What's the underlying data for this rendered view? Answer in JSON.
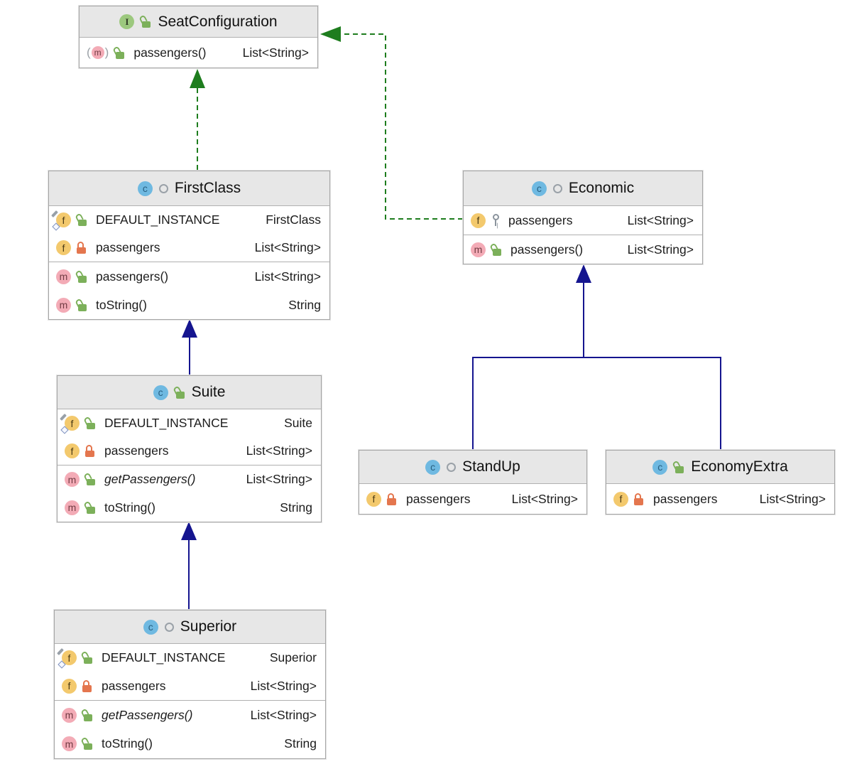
{
  "icons": {
    "class_letter": "c",
    "interface_letter": "I",
    "field_letter": "f",
    "method_letter": "m"
  },
  "colors": {
    "implements_edge": "#1e7d1e",
    "extends_edge": "#15158f",
    "header_bg": "#e7e7e7",
    "class_badge": "#6fb9e1",
    "interface_badge": "#9cc87e",
    "field_badge": "#f3c96d",
    "method_badge": "#f3abb6",
    "public_lock": "#7cb05a",
    "private_lock": "#e4764e",
    "package_key": "#8b949d"
  },
  "classes": [
    {
      "title": "SeatConfiguration",
      "kind": "interface",
      "header_icons": [
        "interface-icon",
        "lock-open-icon"
      ],
      "methods": [
        {
          "icon": "abstract-method-icon",
          "visibility": "public",
          "abstract": true,
          "name": "passengers()",
          "type": "List<String>"
        }
      ]
    },
    {
      "title": "FirstClass",
      "kind": "class",
      "header_icons": [
        "class-icon",
        "ring-icon"
      ],
      "fields": [
        {
          "icon": "static-field-icon",
          "visibility": "public",
          "static": true,
          "name": "DEFAULT_INSTANCE",
          "type": "FirstClass"
        },
        {
          "icon": "field-icon",
          "visibility": "private",
          "name": "passengers",
          "type": "List<String>"
        }
      ],
      "methods": [
        {
          "icon": "method-icon",
          "visibility": "public",
          "name": "passengers()",
          "type": "List<String>"
        },
        {
          "icon": "method-icon",
          "visibility": "public",
          "name": "toString()",
          "type": "String"
        }
      ]
    },
    {
      "title": "Economic",
      "kind": "class",
      "header_icons": [
        "class-icon",
        "ring-icon"
      ],
      "fields": [
        {
          "icon": "field-icon",
          "visibility": "package-local",
          "name": "passengers",
          "type": "List<String>"
        }
      ],
      "methods": [
        {
          "icon": "method-icon",
          "visibility": "public",
          "name": "passengers()",
          "type": "List<String>"
        }
      ]
    },
    {
      "title": "Suite",
      "kind": "class",
      "header_icons": [
        "class-icon",
        "lock-open-icon"
      ],
      "fields": [
        {
          "icon": "static-field-icon",
          "visibility": "public",
          "static": true,
          "name": "DEFAULT_INSTANCE",
          "type": "Suite"
        },
        {
          "icon": "field-icon",
          "visibility": "private",
          "name": "passengers",
          "type": "List<String>"
        }
      ],
      "methods": [
        {
          "icon": "method-icon",
          "visibility": "public",
          "italic": true,
          "name": "getPassengers()",
          "type": "List<String>"
        },
        {
          "icon": "method-icon",
          "visibility": "public",
          "name": "toString()",
          "type": "String"
        }
      ]
    },
    {
      "title": "StandUp",
      "kind": "class",
      "header_icons": [
        "class-icon",
        "ring-icon"
      ],
      "fields": [
        {
          "icon": "field-icon",
          "visibility": "private",
          "name": "passengers",
          "type": "List<String>"
        }
      ]
    },
    {
      "title": "EconomyExtra",
      "kind": "class",
      "header_icons": [
        "class-icon",
        "lock-open-icon"
      ],
      "fields": [
        {
          "icon": "field-icon",
          "visibility": "private",
          "name": "passengers",
          "type": "List<String>"
        }
      ]
    },
    {
      "title": "Superior",
      "kind": "class",
      "header_icons": [
        "class-icon",
        "ring-icon"
      ],
      "fields": [
        {
          "icon": "static-field-icon",
          "visibility": "public",
          "static": true,
          "name": "DEFAULT_INSTANCE",
          "type": "Superior"
        },
        {
          "icon": "field-icon",
          "visibility": "private",
          "name": "passengers",
          "type": "List<String>"
        }
      ],
      "methods": [
        {
          "icon": "method-icon",
          "visibility": "public",
          "italic": true,
          "name": "getPassengers()",
          "type": "List<String>"
        },
        {
          "icon": "method-icon",
          "visibility": "public",
          "name": "toString()",
          "type": "String"
        }
      ]
    }
  ],
  "relations": [
    {
      "from": "FirstClass",
      "to": "SeatConfiguration",
      "type": "implements"
    },
    {
      "from": "Economic",
      "to": "SeatConfiguration",
      "type": "implements"
    },
    {
      "from": "Suite",
      "to": "FirstClass",
      "type": "extends"
    },
    {
      "from": "Superior",
      "to": "Suite",
      "type": "extends"
    },
    {
      "from": "StandUp",
      "to": "Economic",
      "type": "extends"
    },
    {
      "from": "EconomyExtra",
      "to": "Economic",
      "type": "extends"
    }
  ]
}
